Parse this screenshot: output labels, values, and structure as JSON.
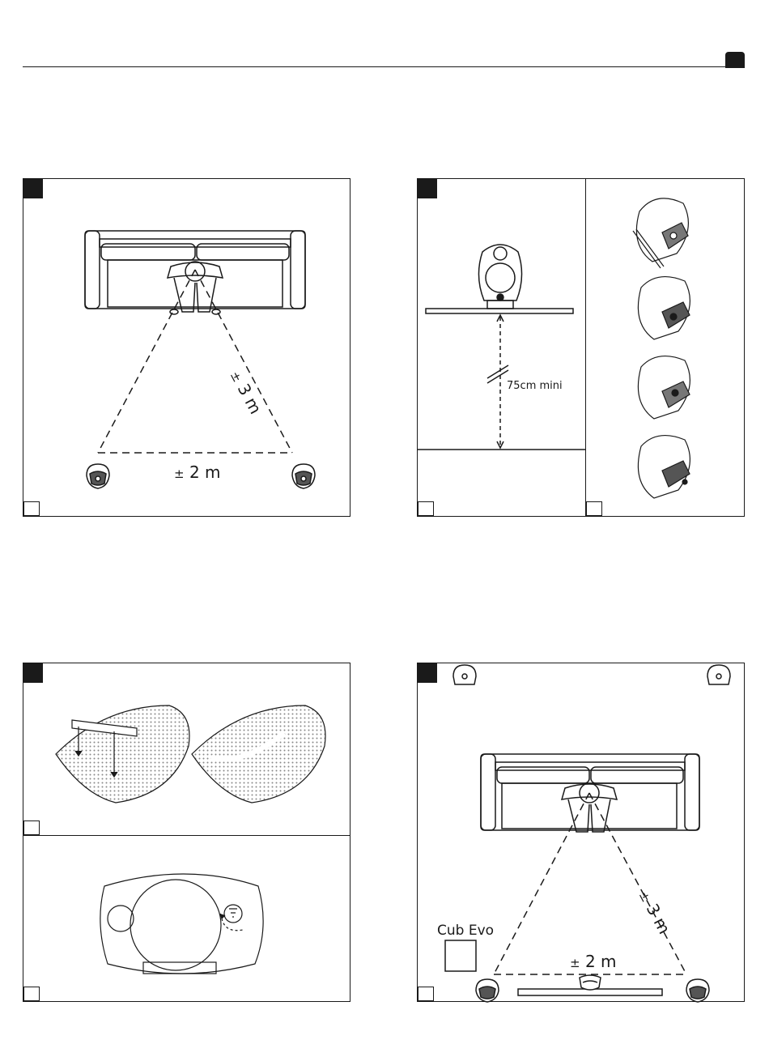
{
  "panel_a": {
    "distance_side": "3 m",
    "distance_base": "2 m",
    "plus_minus": "±"
  },
  "panel_b": {
    "height_label": "75cm mini"
  },
  "panel_d": {
    "sub_label": "Cub Evo",
    "distance_side": "3 m",
    "distance_base": "2 m",
    "plus_minus": "±"
  }
}
